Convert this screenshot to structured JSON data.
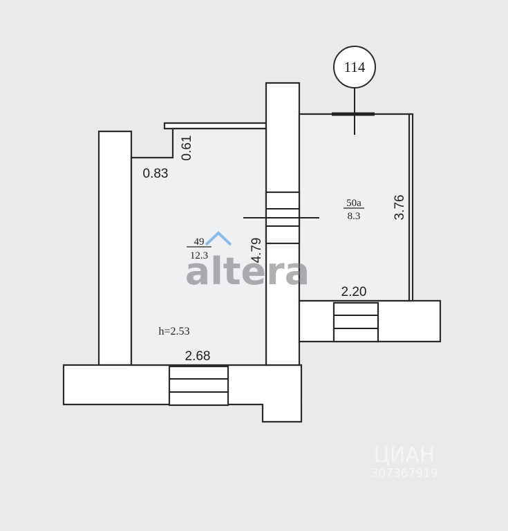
{
  "plan": {
    "room_marker": "114",
    "rooms": [
      {
        "number": "49",
        "area": "12.3",
        "height": "h=2.53"
      },
      {
        "number": "50a",
        "area": "8.3"
      }
    ],
    "dimensions": {
      "notch_width": "0.83",
      "notch_depth": "0.61",
      "room49_length": "4.79",
      "room49_width": "2.68",
      "room50a_length": "3.76",
      "room50a_width": "2.20"
    }
  },
  "watermarks": {
    "brand": "altera",
    "listing_site": "ЦИАН",
    "listing_id": "307367919"
  }
}
